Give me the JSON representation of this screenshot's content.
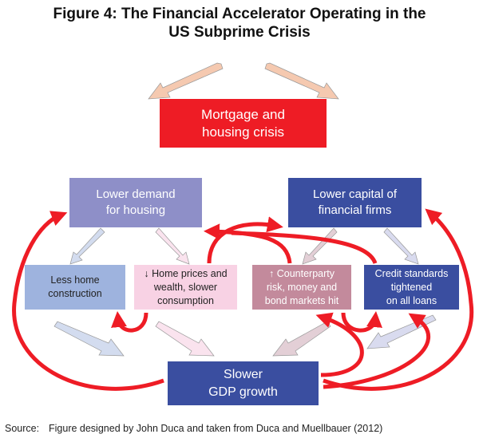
{
  "title": "Figure 4: The Financial Accelerator Operating in the\nUS Subprime Crisis",
  "nodes": {
    "mortgage": "Mortgage and\nhousing crisis",
    "lower_demand": "Lower demand\nfor housing",
    "lower_capital": "Lower capital of\nfinancial firms",
    "less_construction": "Less home\nconstruction",
    "home_prices": "↓ Home prices and\nwealth, slower\nconsumption",
    "counterparty": "↑ Counterparty\nrisk, money and\nbond markets hit",
    "credit_standards": "Credit standards\ntightened\non all loans",
    "gdp": "Slower\nGDP growth"
  },
  "colors": {
    "mortgage": "#ee1c25",
    "lower_demand": "#8e8fc8",
    "lower_capital": "#3a4ea0",
    "less_construction": "#9eb3de",
    "home_prices": "#f8d2e4",
    "counterparty": "#c38a9c",
    "credit_standards": "#3a4ea0",
    "gdp": "#3a4ea0",
    "feedback_arrow": "#ee1c25"
  },
  "source": {
    "label": "Source:",
    "text": "Figure designed by John Duca and taken from Duca and Muellbauer (2012)"
  }
}
